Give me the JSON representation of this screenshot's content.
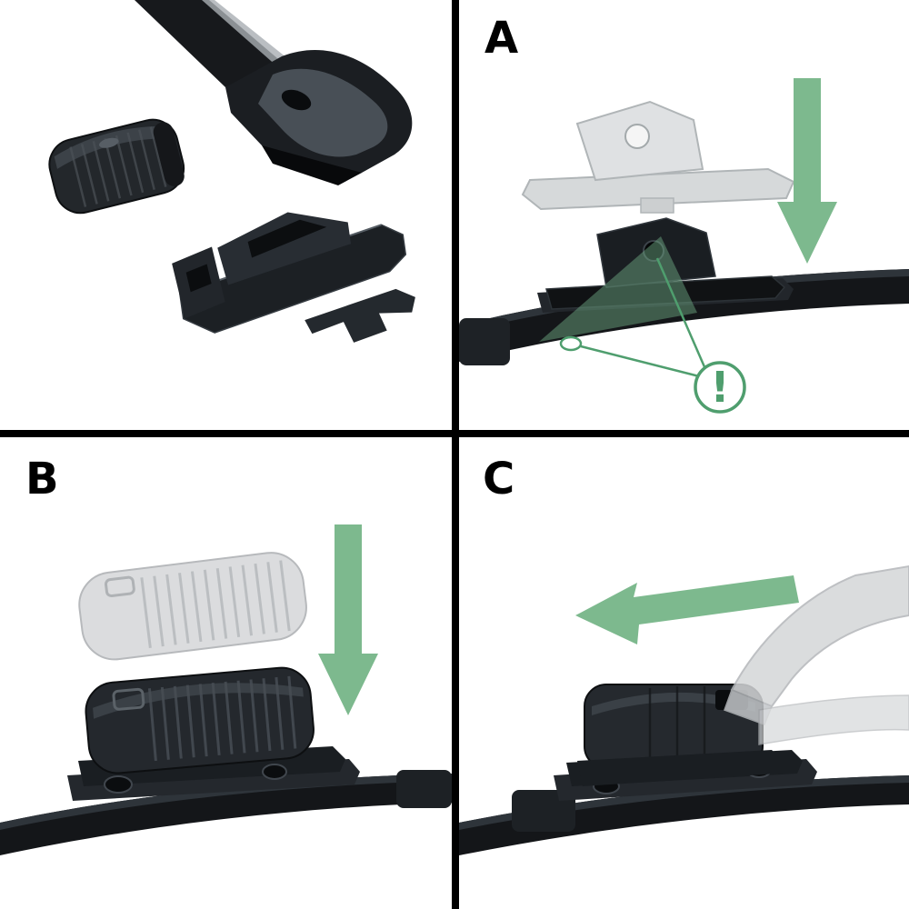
{
  "colors": {
    "arrow_green": "#7db98e",
    "warning_green": "#4f9e6e",
    "highlight_green": "#74b189",
    "ghost_gray": "#d6d8da",
    "ghost_outline": "#aeb2b5",
    "part_dark": "#17191c",
    "divider_black": "#000000",
    "background_white": "#ffffff"
  },
  "panels": {
    "parts": {
      "label": ""
    },
    "a": {
      "label": "A",
      "warning_glyph": "!"
    },
    "b": {
      "label": "B"
    },
    "c": {
      "label": "C"
    }
  },
  "icons": {
    "panel_a_arrow": "arrow-down-icon",
    "panel_b_arrow": "arrow-down-icon",
    "panel_c_arrow": "arrow-left-icon",
    "panel_a_warning": "exclamation-circle-icon"
  }
}
